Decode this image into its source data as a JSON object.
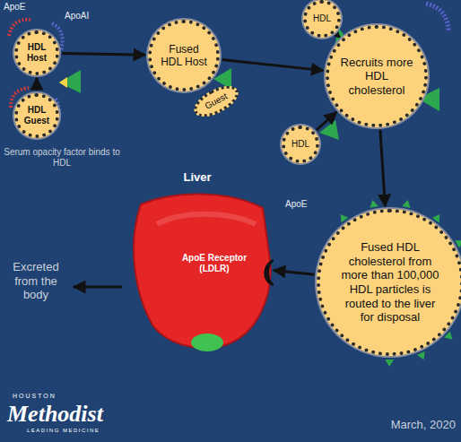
{
  "diagram": {
    "nodes": [
      {
        "text": [
          "HDL Host"
        ]
      },
      {
        "text": [
          "HDL Guest"
        ]
      },
      {
        "text": [
          "Fused HDL Host"
        ]
      },
      {
        "text": [
          "Guest"
        ]
      },
      {
        "text": [
          "Recruits more HDL cholesterol"
        ]
      },
      {
        "text": [
          "HDL"
        ]
      },
      {
        "text": [
          "HDL"
        ]
      },
      {
        "text": [
          "Fused HDL cholesterol from more than 100,000 HDL particles is routed to the liver for disposal"
        ]
      },
      {
        "text": [
          "Liver",
          "ApoE Receptor (LDLR)"
        ]
      }
    ],
    "edges": [
      {
        "from": 1,
        "to": 0,
        "arrow": "to"
      },
      {
        "from": 0,
        "to": 2,
        "arrow": "to"
      },
      {
        "from": 2,
        "to": 4,
        "arrow": "to"
      },
      {
        "from": 5,
        "to": 4,
        "arrow": "to"
      },
      {
        "from": 6,
        "to": 4,
        "arrow": "to"
      },
      {
        "from": 4,
        "to": 7,
        "arrow": "to"
      },
      {
        "from": 7,
        "to": 8,
        "arrow": "to"
      }
    ],
    "labels": [
      "ApoE",
      "ApoAI",
      "Serum opacity factor binds to HDL",
      "ApoE",
      "Excreted from the body",
      "HOUSTON",
      "Methodist",
      "LEADING MEDICINE",
      "March, 2020"
    ]
  }
}
